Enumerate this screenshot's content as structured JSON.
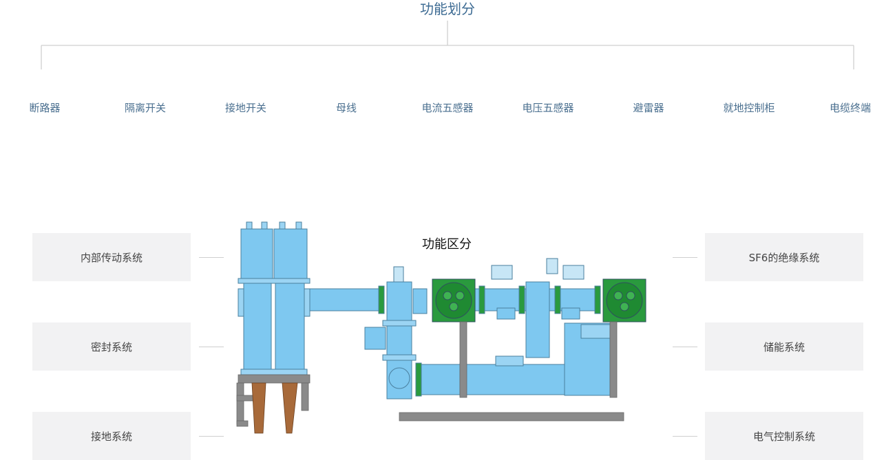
{
  "header": {
    "title": "功能划分"
  },
  "functions": [
    {
      "label": "断路器"
    },
    {
      "label": "隔离开关"
    },
    {
      "label": "接地开关"
    },
    {
      "label": "母线"
    },
    {
      "label": "电流五感器"
    },
    {
      "label": "电压五感器"
    },
    {
      "label": "避雷器"
    },
    {
      "label": "就地控制柜"
    },
    {
      "label": "电缆终端"
    }
  ],
  "regions": {
    "title": "功能区分",
    "left": [
      {
        "label": "内部传动系统"
      },
      {
        "label": "密封系统"
      },
      {
        "label": "接地系统"
      }
    ],
    "right": [
      {
        "label": "SF6的绝缘系统"
      },
      {
        "label": "储能系统"
      },
      {
        "label": "电气控制系统"
      }
    ]
  },
  "colors": {
    "accent": "#3d6b93",
    "pipe": "#7ec8f0",
    "insulator": "#2a9a3e",
    "frame": "#8a8a8a",
    "bushing": "#a86a3a",
    "box": "#f2f2f3"
  }
}
